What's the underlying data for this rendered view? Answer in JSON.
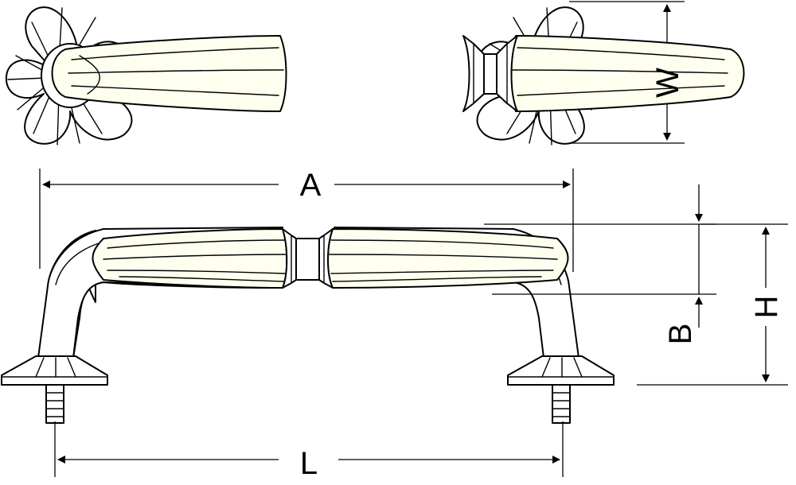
{
  "colors": {
    "line": "#000000",
    "grip": "#fffff0",
    "metal": "#ffffff"
  },
  "labels": {
    "w": "W",
    "a": "A",
    "b": "B",
    "h": "H",
    "l": "L"
  }
}
